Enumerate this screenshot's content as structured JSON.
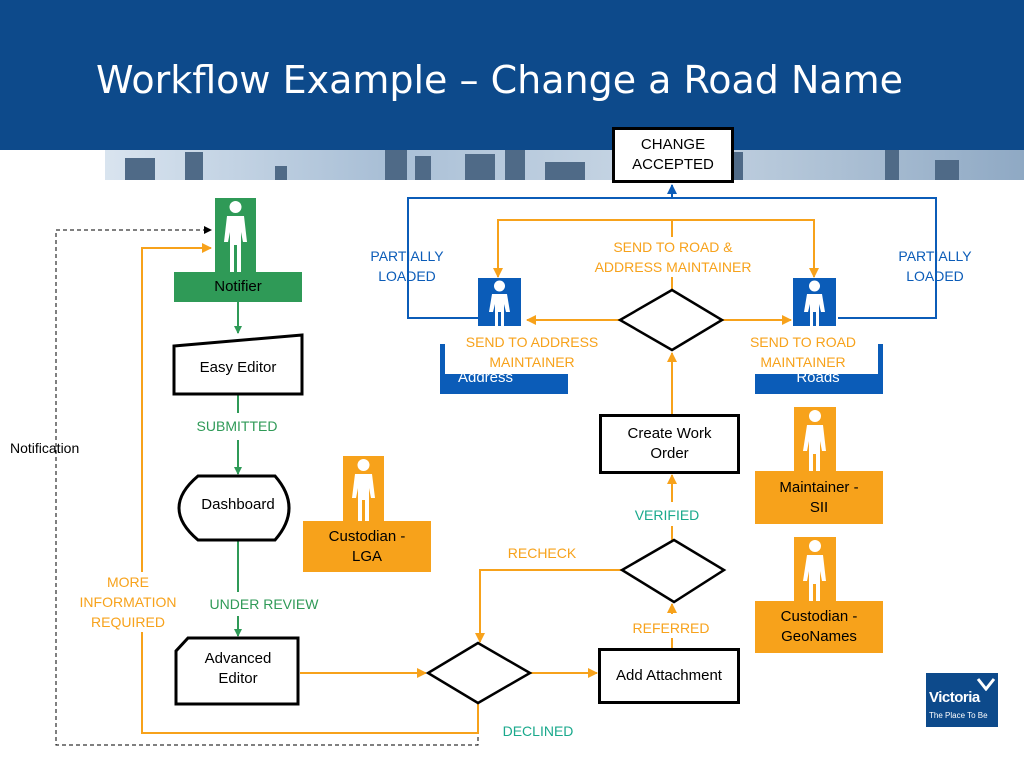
{
  "slide": {
    "title": "Workflow Example – Change a Road Name"
  },
  "nodes": {
    "change_accepted": "CHANGE\nACCEPTED",
    "notifier": "Notifier",
    "easy_editor": "Easy Editor",
    "dashboard": "Dashboard",
    "advanced_editor": "Advanced\nEditor",
    "custodian_lga": "Custodian -\nLGA",
    "create_work_order": "Create Work\nOrder",
    "add_attachment": "Add Attachment",
    "maintainer_sii": "Maintainer -\nSII",
    "custodian_geonames": "Custodian -\nGeoNames",
    "address_tab": "Address",
    "roads_tab": "Roads"
  },
  "labels": {
    "partially_loaded_left": "PARTIALLY\nLOADED",
    "partially_loaded_right": "PARTIALLY\nLOADED",
    "send_to_road_address": "SEND TO ROAD &\nADDRESS MAINTAINER",
    "send_to_address": "SEND TO ADDRESS\nMAINTAINER",
    "send_to_road": "SEND TO ROAD\nMAINTAINER",
    "submitted": "SUBMITTED",
    "notification": "Notification",
    "verified": "VERIFIED",
    "recheck": "RECHECK",
    "referred": "REFERRED",
    "more_info": "MORE\nINFORMATION\nREQUIRED",
    "under_review": "UNDER REVIEW",
    "declined": "DECLINED"
  },
  "logo": {
    "name": "Victoria",
    "tagline": "The Place To Be"
  },
  "colors": {
    "header": "#0d4a8b",
    "green": "#2f9a57",
    "orange": "#f7a21b",
    "blue": "#0b5cb8",
    "teal": "#1aa98c"
  }
}
